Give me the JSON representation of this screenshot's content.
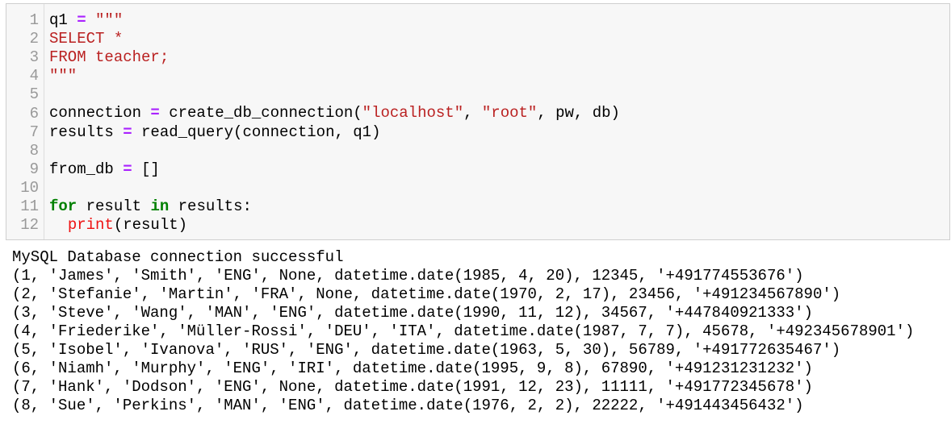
{
  "code_cell": {
    "line_numbers": [
      "1",
      "2",
      "3",
      "4",
      "5",
      "6",
      "7",
      "8",
      "9",
      "10",
      "11",
      "12"
    ],
    "lines": [
      [
        [
          "n",
          "q1 "
        ],
        [
          "op",
          "="
        ],
        [
          "str",
          " \"\"\""
        ]
      ],
      [
        [
          "str",
          "SELECT *"
        ]
      ],
      [
        [
          "str",
          "FROM teacher;"
        ]
      ],
      [
        [
          "str",
          "\"\"\""
        ]
      ],
      [],
      [
        [
          "n",
          "connection "
        ],
        [
          "op",
          "="
        ],
        [
          "n",
          " create_db_connection("
        ],
        [
          "str",
          "\"localhost\""
        ],
        [
          "n",
          ", "
        ],
        [
          "str",
          "\"root\""
        ],
        [
          "n",
          ", pw, db)"
        ]
      ],
      [
        [
          "n",
          "results "
        ],
        [
          "op",
          "="
        ],
        [
          "n",
          " read_query(connection, q1)"
        ]
      ],
      [],
      [
        [
          "n",
          "from_db "
        ],
        [
          "op",
          "="
        ],
        [
          "n",
          " []"
        ]
      ],
      [],
      [
        [
          "kw",
          "for"
        ],
        [
          "n",
          " result "
        ],
        [
          "kw",
          "in"
        ],
        [
          "n",
          " results:"
        ]
      ],
      [
        [
          "n",
          "  "
        ],
        [
          "bi",
          "print"
        ],
        [
          "n",
          "(result)"
        ]
      ]
    ]
  },
  "output": {
    "lines": [
      "MySQL Database connection successful",
      "(1, 'James', 'Smith', 'ENG', None, datetime.date(1985, 4, 20), 12345, '+491774553676')",
      "(2, 'Stefanie', 'Martin', 'FRA', None, datetime.date(1970, 2, 17), 23456, '+491234567890')",
      "(3, 'Steve', 'Wang', 'MAN', 'ENG', datetime.date(1990, 11, 12), 34567, '+447840921333')",
      "(4, 'Friederike', 'Müller-Rossi', 'DEU', 'ITA', datetime.date(1987, 7, 7), 45678, '+492345678901')",
      "(5, 'Isobel', 'Ivanova', 'RUS', 'ENG', datetime.date(1963, 5, 30), 56789, '+491772635467')",
      "(6, 'Niamh', 'Murphy', 'ENG', 'IRI', datetime.date(1995, 9, 8), 67890, '+491231231232')",
      "(7, 'Hank', 'Dodson', 'ENG', None, datetime.date(1991, 12, 23), 11111, '+491772345678')",
      "(8, 'Sue', 'Perkins', 'MAN', 'ENG', datetime.date(1976, 2, 2), 22222, '+491443456432')"
    ]
  },
  "colors": {
    "operator": "#aa22ff",
    "string": "#ba2121",
    "keyword": "#008000",
    "builtin": "#ee1111",
    "cell_bg": "#f7f7f7"
  }
}
